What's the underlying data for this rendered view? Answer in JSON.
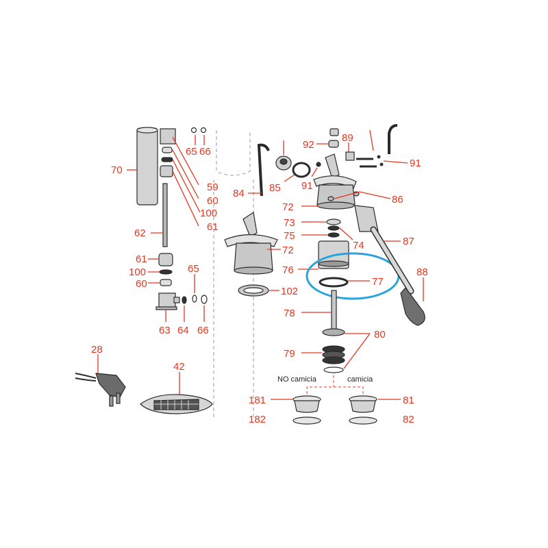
{
  "colors": {
    "label": "#e8341c",
    "highlight": "#2aa3dc",
    "part_fill": "#cfcfcf",
    "part_stroke": "#2a2a2a"
  },
  "labels": {
    "l70": "70",
    "l65a": "65",
    "l66a": "66",
    "l59": "59",
    "l60a": "60",
    "l100a": "100",
    "l61a": "61",
    "l62": "62",
    "l61b": "61",
    "l100b": "100",
    "l60b": "60",
    "l65b": "65",
    "l63": "63",
    "l64": "64",
    "l66b": "66",
    "l84": "84",
    "l85": "85",
    "l91a": "91",
    "l92": "92",
    "l89": "89",
    "l91b": "91",
    "l86": "86",
    "l72a": "72",
    "l72b": "72",
    "l73": "73",
    "l75": "75",
    "l74": "74",
    "l87": "87",
    "l76": "76",
    "l77": "77",
    "l88": "88",
    "l102": "102",
    "l78": "78",
    "l80": "80",
    "l79": "79",
    "l28": "28",
    "l42": "42",
    "l181": "181",
    "l81": "81",
    "l182": "182",
    "l82": "82"
  },
  "captions": {
    "no_camicia": "NO camicia",
    "camicia": "camicia"
  }
}
